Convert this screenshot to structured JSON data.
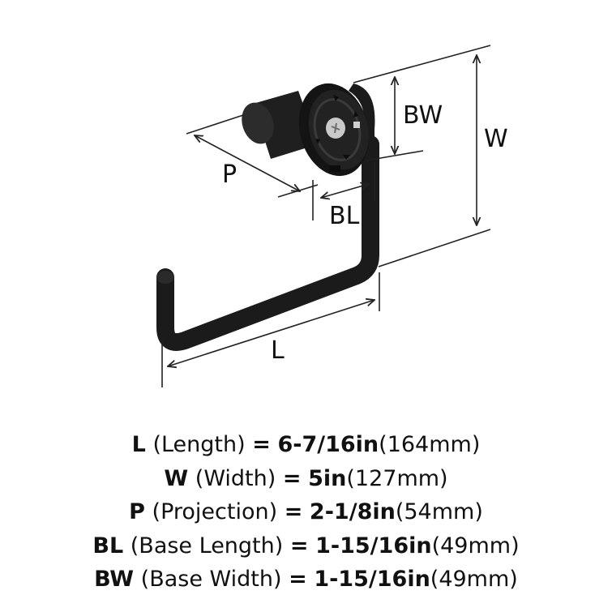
{
  "diagram": {
    "labels": {
      "bw": "BW",
      "w": "W",
      "p": "P",
      "bl": "BL",
      "l": "L"
    },
    "colors": {
      "product": "#1b1b1b",
      "dimension_line": "#222222",
      "screw": "#c9c9c9"
    }
  },
  "specs": [
    {
      "code": "L",
      "name": "(Length)",
      "eq": "=",
      "imperial": "6-7/16in",
      "metric": "(164mm)"
    },
    {
      "code": "W",
      "name": "(Width)",
      "eq": "=",
      "imperial": "5in",
      "metric": "(127mm)"
    },
    {
      "code": "P",
      "name": "(Projection)",
      "eq": "=",
      "imperial": "2-1/8in",
      "metric": "(54mm)"
    },
    {
      "code": "BL",
      "name": "(Base Length)",
      "eq": "=",
      "imperial": "1-15/16in",
      "metric": "(49mm)"
    },
    {
      "code": "BW",
      "name": "(Base Width)",
      "eq": "=",
      "imperial": "1-15/16in",
      "metric": "(49mm)"
    }
  ]
}
